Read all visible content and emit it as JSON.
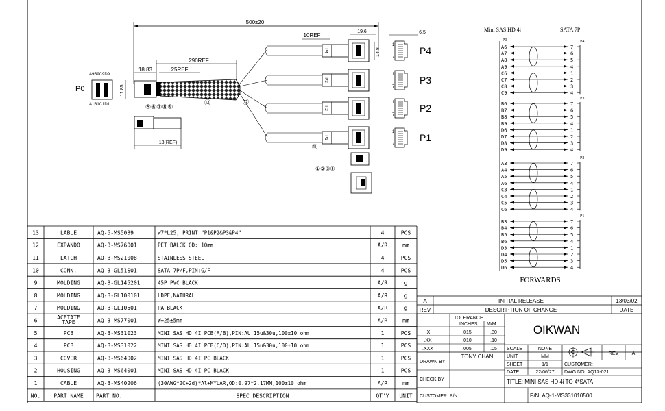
{
  "cable_drawing": {
    "overall_length": "500±20",
    "end_label": "P0",
    "len_10ref": "10REF",
    "len_19_6": "19.6",
    "len_6_5": "6.5",
    "len_14_8": "14.8",
    "len_290ref": "290REF",
    "len_25ref": "25REF",
    "len_18_83": "18.83",
    "len_11_85": "11.85",
    "len_13ref": "13(REF)",
    "pin_top": "A9B9C9D9",
    "pin_bottom": "A1B1C1D1",
    "balloons_main": "⑤⑥⑦⑧⑨",
    "balloon_13": "⑬",
    "balloon_12": "⑫",
    "balloon_11": "⑪",
    "balloon_latch": "①②③④",
    "pin_1": "1",
    "pin_7": "7",
    "connectors": [
      "P4",
      "P3",
      "P2",
      "P1"
    ]
  },
  "pinout": {
    "header_left": "Mini SAS HD 4i",
    "header_right": "SATA 7P",
    "p0_label": "P0",
    "footer": "FORWARDS",
    "groups": [
      {
        "port": "P4",
        "pins": [
          "A6",
          "A7",
          "A8",
          "A9",
          "C6",
          "C7",
          "C8",
          "C9"
        ],
        "sata": [
          "7",
          "6",
          "5",
          "4",
          "1",
          "2",
          "3",
          "4"
        ]
      },
      {
        "port": "P3",
        "pins": [
          "B6",
          "B7",
          "B8",
          "B9",
          "D6",
          "D7",
          "D8",
          "D9"
        ],
        "sata": [
          "7",
          "6",
          "5",
          "4",
          "1",
          "2",
          "3",
          "4"
        ]
      },
      {
        "port": "P2",
        "pins": [
          "A3",
          "A4",
          "A5",
          "A6",
          "C3",
          "C4",
          "C5",
          "C6"
        ],
        "sata": [
          "7",
          "6",
          "5",
          "4",
          "1",
          "2",
          "3",
          "4"
        ]
      },
      {
        "port": "P1",
        "pins": [
          "B3",
          "B4",
          "B5",
          "B6",
          "D3",
          "D4",
          "D5",
          "D6"
        ],
        "sata": [
          "7",
          "6",
          "5",
          "4",
          "1",
          "2",
          "3",
          "4"
        ]
      }
    ]
  },
  "bom": {
    "headers": [
      "NO.",
      "PART NAME",
      "PART NO.",
      "SPEC DESCRIPTION",
      "QT'Y",
      "UNIT"
    ],
    "rows": [
      [
        "13",
        "LABLE",
        "AQ-5-MS5039",
        "W7*L25, PRINT \"P1&P2&P3&P4\"",
        "4",
        "PCS"
      ],
      [
        "12",
        "EXPANDO",
        "AQ-3-MS76001",
        "PET BALCK OD: 10mm",
        "A/R",
        "mm"
      ],
      [
        "11",
        "LATCH",
        "AQ-3-MS21008",
        "STAINLESS STEEL",
        "4",
        "PCS"
      ],
      [
        "10",
        "CONN.",
        "AQ-3-GL51S01",
        "SATA 7P/F,PIN:G/F",
        "4",
        "PCS"
      ],
      [
        "9",
        "MOLDING",
        "AQ-3-GL145201",
        "45P PVC BLACK",
        "A/R",
        "g"
      ],
      [
        "8",
        "MOLDING",
        "AQ-3-GL100101",
        "LDPE,NATURAL",
        "A/R",
        "g"
      ],
      [
        "7",
        "MOLDING",
        "AQ-3-GL10501",
        "PA BLACK",
        "A/R",
        "g"
      ],
      [
        "6",
        "ACETATE TAPE",
        "AQ-3-MS77001",
        "W=25±5mm",
        "A/R",
        "mm"
      ],
      [
        "5",
        "PCB",
        "AQ-3-MS31023",
        "MINI SAS HD 4I PCB(A/B),PIN:AU 15u&30u,100±10 ohm",
        "1",
        "PCS"
      ],
      [
        "4",
        "PCB",
        "AQ-3-MS31022",
        "MINI SAS HD 4I PCB(C/D),PIN:AU 15u&30u,100±10 ohm",
        "1",
        "PCS"
      ],
      [
        "3",
        "COVER",
        "AQ-3-MS64002",
        "MINI SAS HD 4I PC BLACK",
        "1",
        "PCS"
      ],
      [
        "2",
        "HOUSING",
        "AQ-3-MS64001",
        "MINI SAS HD 4I PC BLACK",
        "1",
        "PCS"
      ],
      [
        "1",
        "CABLE",
        "AQ-3-MS40206",
        "(30AWG*2C+2d)*Al+MYLAR,OD:0.97*2.17MM,100±10 ohm",
        "A/R",
        "mm"
      ]
    ]
  },
  "title_block": {
    "rev_letter": "A",
    "initial_release": "INITIAL RELEASE",
    "release_date": "13/03/02",
    "rev_label": "REV",
    "desc_change": "DESCRIPTION OF CHANGE",
    "date_label": "DATE",
    "tolerance_label": "TOLERANCE",
    "inches_label": "INCHES",
    "mm_label": "M/M",
    "tol_rows": [
      [
        ".X",
        ".015",
        ".30"
      ],
      [
        ".XX",
        ".010",
        ".10"
      ],
      [
        ".XXX",
        ".005",
        ".05"
      ]
    ],
    "company": "OIKWAN",
    "drawn_by": "DRAWN BY",
    "drawer": "TONY CHAN",
    "check_by": "CHECK BY",
    "scale_label": "SCALE",
    "scale_value": "NONE",
    "unit_label": "UNIT",
    "unit_value": "MM",
    "sheet_label": "SHEET",
    "sheet_value": "1/1",
    "date2_label": "DATE",
    "date2_value": "22/06/27",
    "dwg_no": "DWG NO.:AQ13-021",
    "customer_label": "CUSTOMER:",
    "rev_col": "REV",
    "rev_col_value": "A",
    "title": "TITLE: MINI SAS HD 4i TO 4*SATA",
    "customer_pn": "CUSTOMER. P/N:",
    "pn": "P/N: AQ-1-MS331010500"
  }
}
